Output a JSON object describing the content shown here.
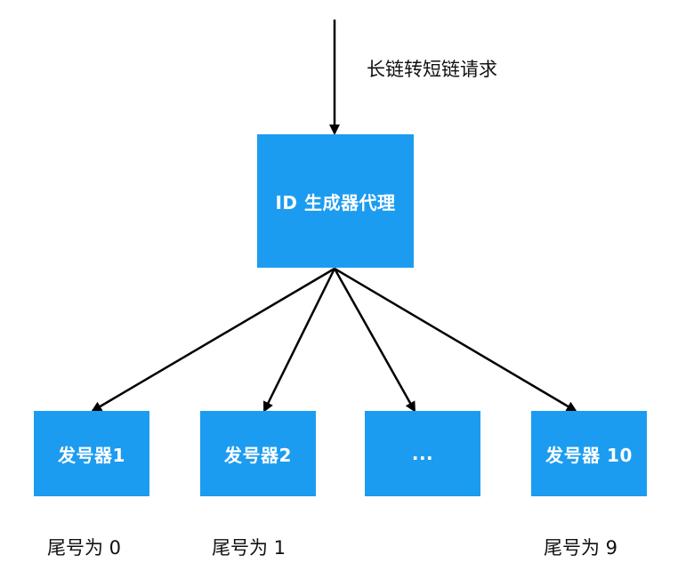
{
  "request_label": "长链转短链请求",
  "proxy": {
    "label": "ID 生成器代理"
  },
  "issuers": [
    {
      "label": "发号器1",
      "tail": "尾号为 0"
    },
    {
      "label": "发号器2",
      "tail": "尾号为 1"
    },
    {
      "label": "...",
      "tail": ""
    },
    {
      "label": "发号器 10",
      "tail": "尾号为 9"
    }
  ],
  "colors": {
    "box_fill": "#1c9cf0",
    "box_text": "#ffffff",
    "arrow": "#000000",
    "label_text": "#111111"
  }
}
